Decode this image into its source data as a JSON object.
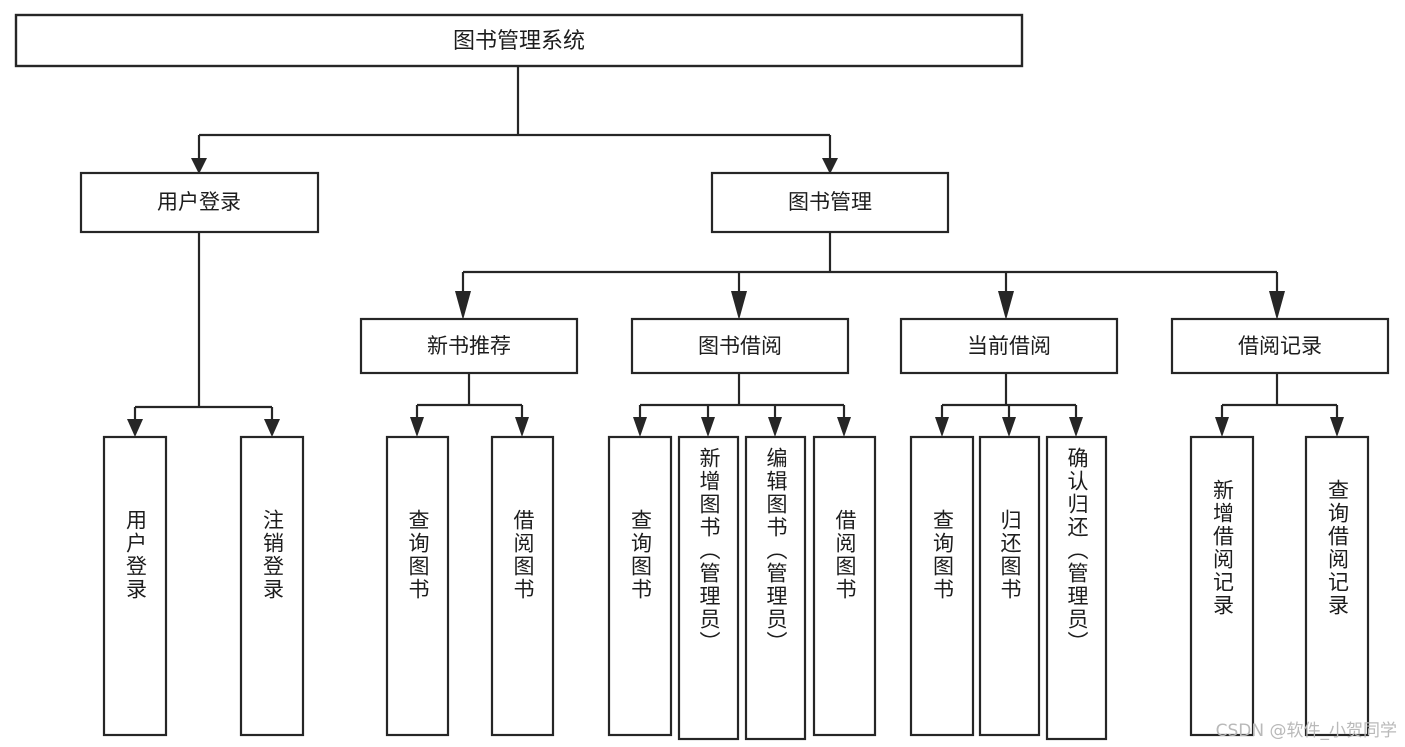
{
  "diagram": {
    "type": "tree-hierarchy-chart",
    "title_node": "图书管理系统",
    "watermark": "CSDN @软件_小贺同学",
    "colors": {
      "box_stroke": "#262626",
      "box_fill": "#ffffff",
      "text": "#1d1d1d",
      "background": "#ffffff",
      "watermark": "#b9b9b9"
    },
    "levels": {
      "level1": [
        "图书管理系统"
      ],
      "level2": [
        "用户登录",
        "图书管理"
      ],
      "level3": [
        "新书推荐",
        "图书借阅",
        "当前借阅",
        "借阅记录"
      ],
      "level4": [
        "用户登录",
        "注销登录",
        "查询图书",
        "借阅图书",
        "查询图书",
        "新增图书（管理员）",
        "编辑图书（管理员）",
        "借阅图书",
        "查询图书",
        "归还图书",
        "确认归还（管理员）",
        "新增借阅记录",
        "查询借阅记录"
      ]
    },
    "nodes": {
      "root": {
        "label": "图书管理系统"
      },
      "user_login": {
        "label": "用户登录"
      },
      "book_manage": {
        "label": "图书管理"
      },
      "new_book_rec": {
        "label": "新书推荐"
      },
      "book_borrow": {
        "label": "图书借阅"
      },
      "current_borrow": {
        "label": "当前借阅"
      },
      "borrow_record": {
        "label": "借阅记录"
      },
      "leaf_user_login": {
        "label": "用户登录"
      },
      "leaf_logout": {
        "label": "注销登录"
      },
      "leaf_query_book_1": {
        "label": "查询图书"
      },
      "leaf_borrow_book_1": {
        "label": "借阅图书"
      },
      "leaf_query_book_2": {
        "label": "查询图书"
      },
      "leaf_add_book": {
        "label": "新增图书（管理员）"
      },
      "leaf_edit_book": {
        "label": "编辑图书（管理员）"
      },
      "leaf_borrow_book_2": {
        "label": "借阅图书"
      },
      "leaf_query_book_3": {
        "label": "查询图书"
      },
      "leaf_return_book": {
        "label": "归还图书"
      },
      "leaf_confirm_return": {
        "label": "确认归还（管理员）"
      },
      "leaf_add_record": {
        "label": "新增借阅记录"
      },
      "leaf_query_record": {
        "label": "查询借阅记录"
      }
    },
    "edges": [
      {
        "from": "root",
        "to": "user_login"
      },
      {
        "from": "root",
        "to": "book_manage"
      },
      {
        "from": "user_login",
        "to": "leaf_user_login"
      },
      {
        "from": "user_login",
        "to": "leaf_logout"
      },
      {
        "from": "book_manage",
        "to": "new_book_rec"
      },
      {
        "from": "book_manage",
        "to": "book_borrow"
      },
      {
        "from": "book_manage",
        "to": "current_borrow"
      },
      {
        "from": "book_manage",
        "to": "borrow_record"
      },
      {
        "from": "new_book_rec",
        "to": "leaf_query_book_1"
      },
      {
        "from": "new_book_rec",
        "to": "leaf_borrow_book_1"
      },
      {
        "from": "book_borrow",
        "to": "leaf_query_book_2"
      },
      {
        "from": "book_borrow",
        "to": "leaf_add_book"
      },
      {
        "from": "book_borrow",
        "to": "leaf_edit_book"
      },
      {
        "from": "book_borrow",
        "to": "leaf_borrow_book_2"
      },
      {
        "from": "current_borrow",
        "to": "leaf_query_book_3"
      },
      {
        "from": "current_borrow",
        "to": "leaf_return_book"
      },
      {
        "from": "current_borrow",
        "to": "leaf_confirm_return"
      },
      {
        "from": "borrow_record",
        "to": "leaf_add_record"
      },
      {
        "from": "borrow_record",
        "to": "leaf_query_record"
      }
    ]
  }
}
